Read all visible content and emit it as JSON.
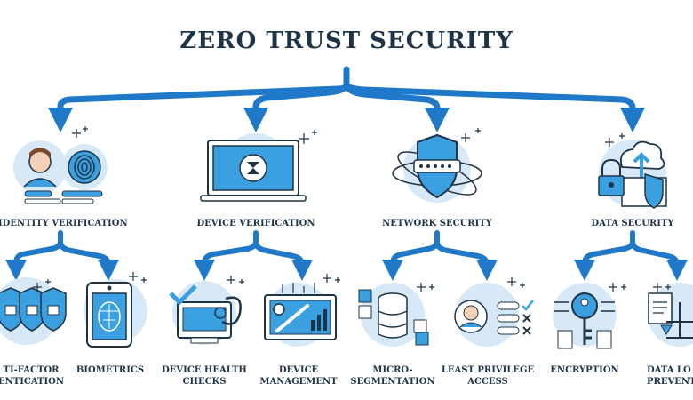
{
  "title": "ZERO TRUST SECURITY",
  "categories": [
    {
      "label": "IDENTITY VERIFICATION",
      "children": [
        {
          "label_lines": [
            "TI-FACTOR",
            "ENTICATION"
          ]
        },
        {
          "label_lines": [
            "BIOMETRICS"
          ]
        }
      ]
    },
    {
      "label": "DEVICE VERIFICATION",
      "children": [
        {
          "label_lines": [
            "DEVICE HEALTH",
            "CHECKS"
          ]
        },
        {
          "label_lines": [
            "DEVICE",
            "MANAGEMENT"
          ]
        }
      ]
    },
    {
      "label": "NETWORK SECURITY",
      "children": [
        {
          "label_lines": [
            "MICRO-",
            "SEGMENTATION"
          ]
        },
        {
          "label_lines": [
            "LEAST PRIVILEGE",
            "ACCESS"
          ]
        }
      ]
    },
    {
      "label": "DATA SECURITY",
      "children": [
        {
          "label_lines": [
            "ENCRYPTION"
          ]
        },
        {
          "label_lines": [
            "DATA LO",
            "PREVENT"
          ]
        }
      ]
    }
  ],
  "colors": {
    "arrow": "#1f78c8",
    "circle": "#d7e9f6",
    "outline": "#1f3347",
    "accent": "#3aa0e0",
    "title": "#1f3347"
  },
  "icons": [
    "person-icon",
    "fingerprint-icon",
    "laptop-icon",
    "shield-globe-icon",
    "cloud-upload-icon",
    "lock-icon",
    "padlock-shields-icon",
    "face-scan-phone-icon",
    "stethoscope-monitor-icon",
    "gear-wrench-screen-icon",
    "database-servers-icon",
    "user-permissions-icon",
    "key-circuit-icon",
    "scales-document-icon"
  ]
}
